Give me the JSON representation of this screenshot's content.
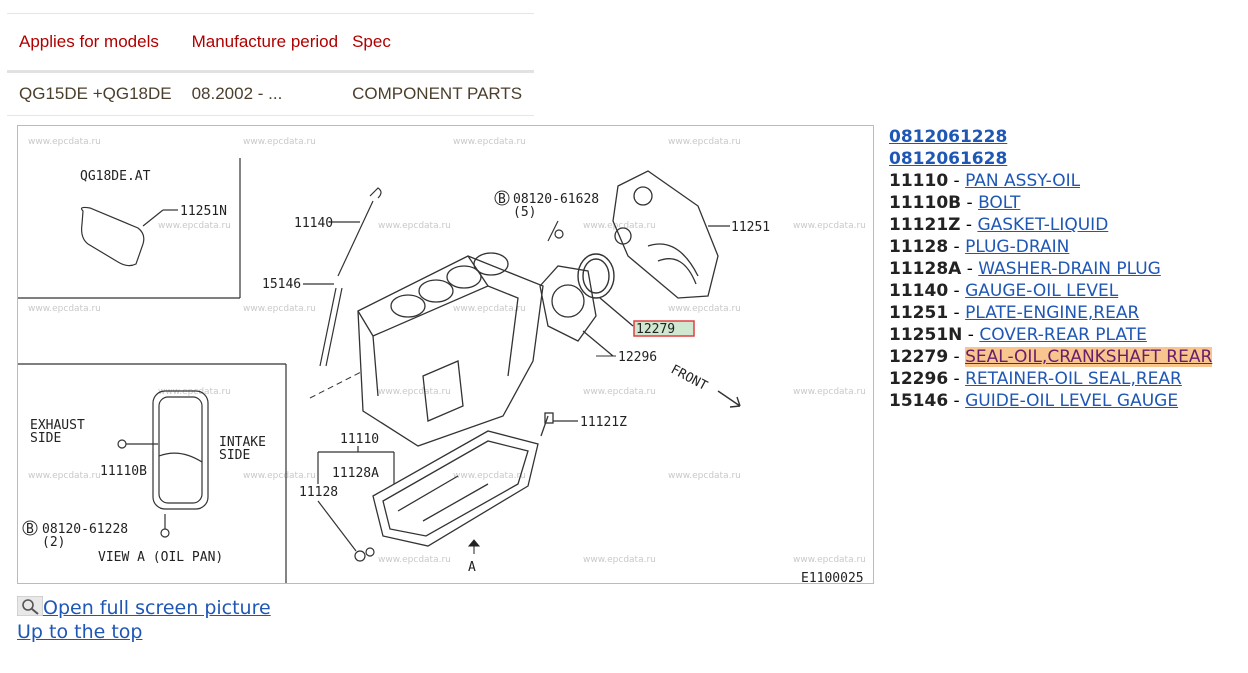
{
  "spec_table": {
    "headers": [
      "Applies for models",
      "Manufacture period",
      "Spec"
    ],
    "row": [
      "QG15DE +QG18DE",
      "08.2002 - ...",
      "COMPONENT PARTS"
    ]
  },
  "diagram": {
    "watermark": "www.epcdata.ru",
    "code": "E1100025",
    "labels": {
      "qg18de": "QG18DE.AT",
      "p11251n": "11251N",
      "p11140": "11140",
      "p15146": "15146",
      "bolt": "08120-61628",
      "bolt_qty": "(5)",
      "p11251": "11251",
      "p12279": "12279",
      "p12296": "12296",
      "front": "FRONT",
      "exhaust": "EXHAUST",
      "exhaust2": "SIDE",
      "intake": "INTAKE",
      "intake2": "SIDE",
      "p11110b": "11110B",
      "p11110": "11110",
      "p11128a": "11128A",
      "p11128": "11128",
      "p11121z": "11121Z",
      "bolt2": "08120-61228",
      "bolt2_qty": "(2)",
      "view": "VIEW A (OIL PAN)",
      "a": "A",
      "b": "B"
    }
  },
  "parts": {
    "top_links": [
      "0812061228",
      "0812061628"
    ],
    "items": [
      {
        "num": "11110",
        "name": "PAN ASSY-OIL",
        "highlight": false
      },
      {
        "num": "11110B",
        "name": "BOLT",
        "highlight": false
      },
      {
        "num": "11121Z",
        "name": "GASKET-LIQUID",
        "highlight": false
      },
      {
        "num": "11128",
        "name": "PLUG-DRAIN",
        "highlight": false
      },
      {
        "num": "11128A",
        "name": "WASHER-DRAIN PLUG",
        "highlight": false
      },
      {
        "num": "11140",
        "name": "GAUGE-OIL LEVEL",
        "highlight": false
      },
      {
        "num": "11251",
        "name": "PLATE-ENGINE,REAR",
        "highlight": false
      },
      {
        "num": "11251N",
        "name": "COVER-REAR PLATE",
        "highlight": false
      },
      {
        "num": "12279",
        "name": "SEAL-OIL,CRANKSHAFT REAR",
        "highlight": true
      },
      {
        "num": "12296",
        "name": "RETAINER-OIL SEAL,REAR",
        "highlight": false
      },
      {
        "num": "15146",
        "name": "GUIDE-OIL LEVEL GAUGE",
        "highlight": false
      }
    ],
    "separator": " - "
  },
  "bottom": {
    "open_full": "Open full screen picture",
    "up_top": "Up to the top"
  }
}
